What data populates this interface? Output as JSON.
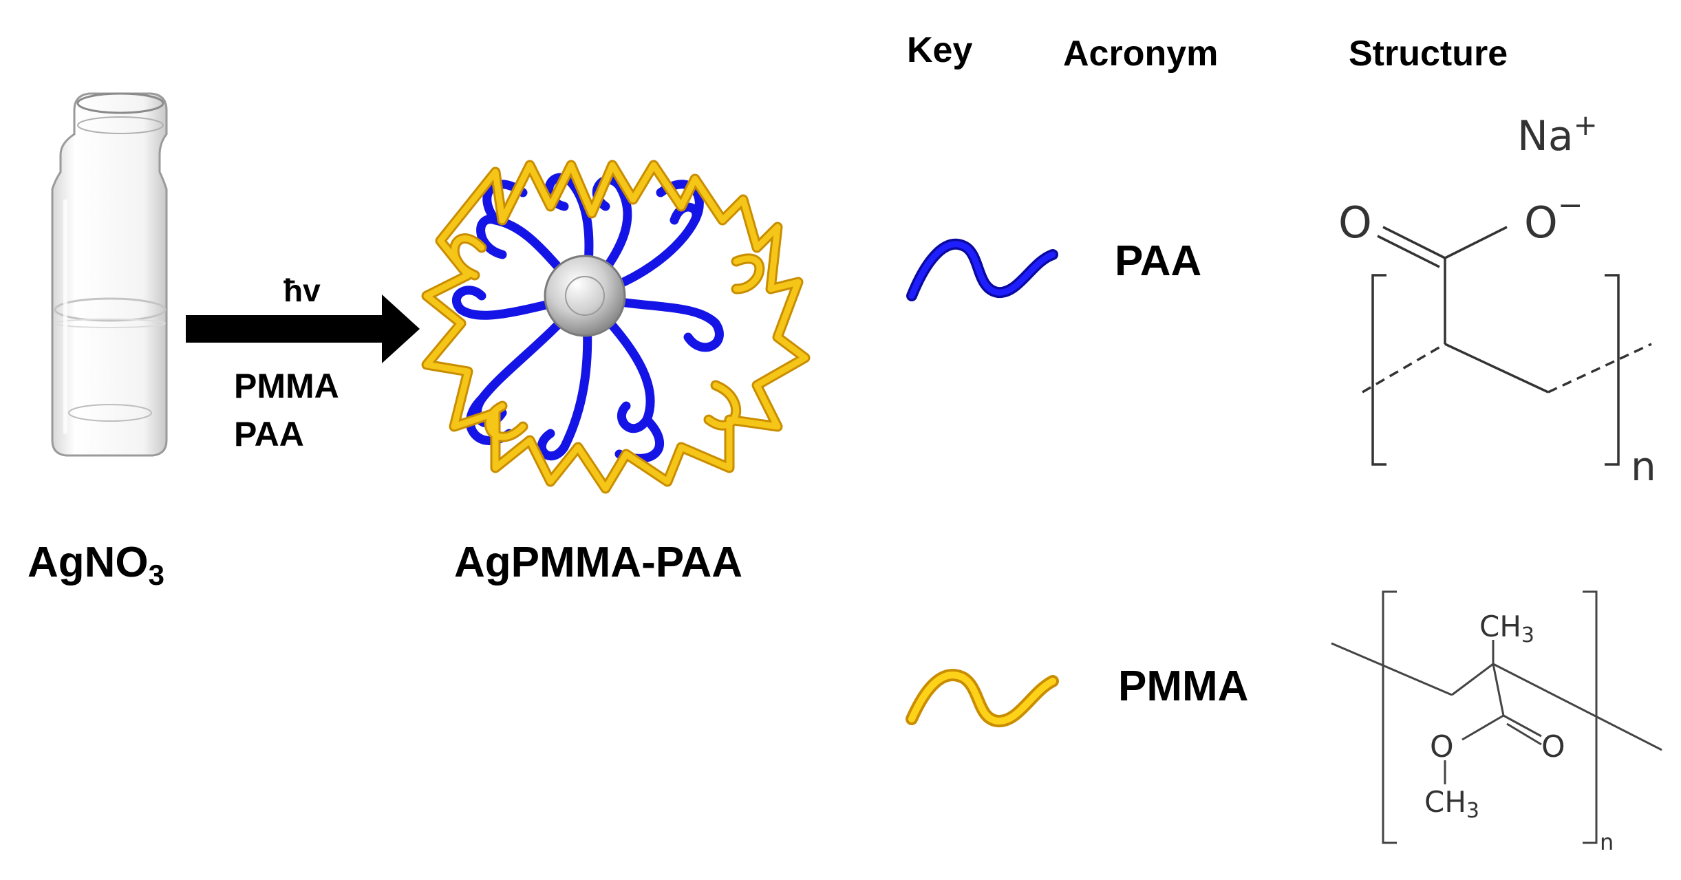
{
  "reaction": {
    "reactant_main": "AgNO",
    "reactant_sub": "3",
    "arrow_top": "ħv",
    "arrow_bottom_1": "PMMA",
    "arrow_bottom_2": "PAA",
    "product": "AgPMMA-PAA"
  },
  "key_table": {
    "headers": {
      "key": "Key",
      "acronym": "Acronym",
      "structure": "Structure"
    },
    "rows": [
      {
        "acronym": "PAA",
        "color": "#1414e6"
      },
      {
        "acronym": "PMMA",
        "color": "#f0b400"
      }
    ]
  },
  "structures": {
    "paa": {
      "cation": "Na",
      "cation_charge": "+",
      "o_left": "O",
      "o_right": "O",
      "o_charge": "−",
      "repeat": "n"
    },
    "pmma": {
      "ch3_top": "CH",
      "ch3_top_sub": "3",
      "o_left": "O",
      "o_right": "O",
      "ch3_bottom": "CH",
      "ch3_bottom_sub": "3",
      "repeat": "n"
    }
  },
  "colors": {
    "paa_chain": "#1414e6",
    "pmma_chain": "#f0b400",
    "silver_core": "#c8c8c8",
    "arrow": "#000000"
  }
}
